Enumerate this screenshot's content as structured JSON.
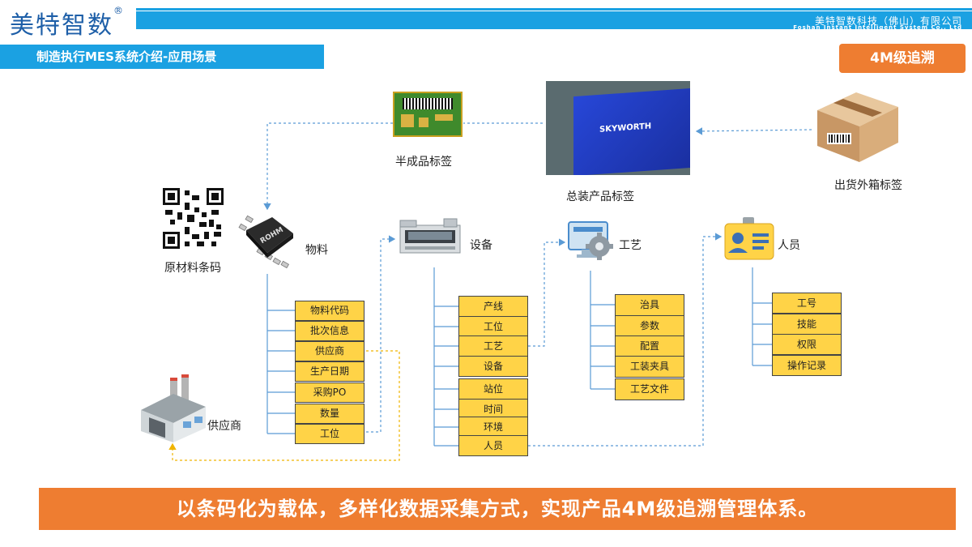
{
  "header": {
    "logo_text": "美特智数",
    "logo_mark": "®",
    "company_cn": "美特智数科技（佛山）有限公司",
    "company_en": "Foshan Instant Intelligent System Co., Ltd",
    "section_title": "制造执行MES系统介绍-应用场景",
    "badge": "4M级追溯"
  },
  "images": {
    "semi_label": "半成品标签",
    "assembly_label": "总装产品标签",
    "assembly_brand": "SKYWORTH",
    "outer_box_label": "出货外箱标签",
    "raw_barcode": "原材料条码",
    "supplier": "供应商",
    "chip_text": "ROHM"
  },
  "nodes": {
    "material": "物料",
    "equipment": "设备",
    "process": "工艺",
    "personnel": "人员"
  },
  "material_items": [
    "物料代码",
    "批次信息",
    "供应商",
    "生产日期",
    "采购PO",
    "数量",
    "工位"
  ],
  "equipment_items": [
    "产线",
    "工位",
    "工艺",
    "设备",
    "站位",
    "时间",
    "环境",
    "人员"
  ],
  "process_items": [
    "治具",
    "参数",
    "配置",
    "工装夹具",
    "工艺文件"
  ],
  "personnel_items": [
    "工号",
    "技能",
    "权限",
    "操作记录"
  ],
  "footer": {
    "banner": "以条码化为载体，多样化数据采集方式，实现产品4M级追溯管理体系。"
  },
  "colors": {
    "accent_blue": "#1ba1e2",
    "accent_orange": "#ee7d31",
    "item_yellow": "#ffd347"
  }
}
